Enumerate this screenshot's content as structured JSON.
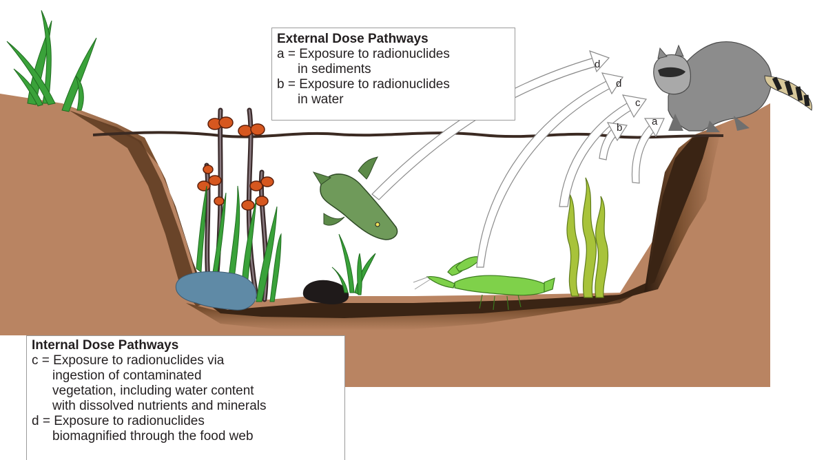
{
  "external": {
    "title": "External Dose Pathways",
    "items": [
      {
        "key": "a =",
        "line1": "Exposure to radionuclides",
        "line2": "in sediments"
      },
      {
        "key": "b =",
        "line1": "Exposure to radionuclides",
        "line2": "in water"
      }
    ]
  },
  "internal": {
    "title": "Internal Dose Pathways",
    "items": [
      {
        "key": "c =",
        "lines": [
          "Exposure to radionuclides via",
          "ingestion of contaminated",
          "vegetation, including water content",
          "with dissolved nutrients and minerals"
        ]
      },
      {
        "key": "d =",
        "lines": [
          "Exposure to radionuclides",
          "biomagnified through the food web"
        ]
      }
    ]
  },
  "arrow_labels": {
    "d1": "d",
    "d2": "d",
    "c": "c",
    "b": "b",
    "a": "a"
  },
  "colors": {
    "soil": "#b98462",
    "soil_dark": "#4a2e1a",
    "water_line": "#3b2a22",
    "seagrass": "#3aa23a",
    "kelp": "#a8c33a",
    "crayfish": "#7fd14a",
    "fish": "#6f9a5a",
    "rock_blue": "#5f8aa6",
    "rock_black": "#1f1a1a",
    "raccoon": "#8c8c8c"
  },
  "icons": [
    "raccoon-icon",
    "fish-icon",
    "crayfish-icon",
    "cattail-icon",
    "seagrass-icon",
    "kelp-icon",
    "rock-icon"
  ]
}
